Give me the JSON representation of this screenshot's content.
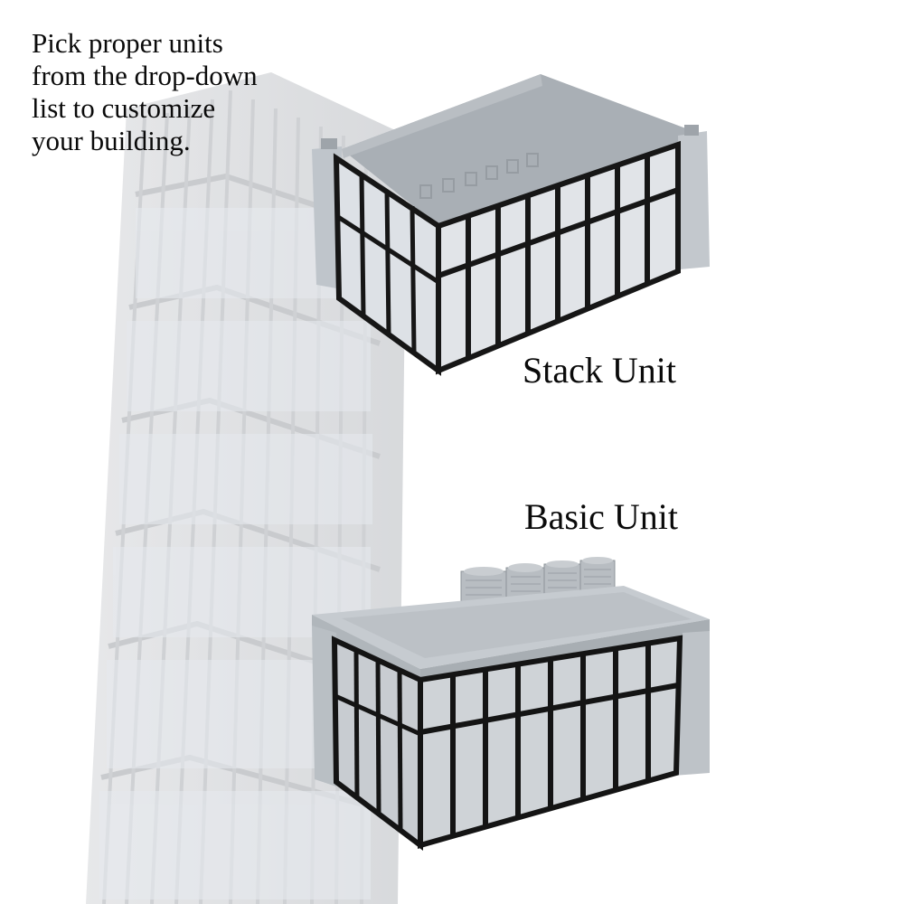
{
  "intro_text": {
    "lines": [
      "Pick proper units",
      "from the drop-down",
      "list to customize",
      "your building."
    ]
  },
  "units": [
    {
      "label": "Stack Unit",
      "type": "open-top glass-walled module"
    },
    {
      "label": "Basic Unit",
      "type": "roofed glass-walled module with 4 rooftop AC units"
    }
  ],
  "colors": {
    "background": "#ffffff",
    "text": "#0a0a0a",
    "unit_gray": "#b4b9be",
    "frame_black": "#1a1a1a",
    "glass": "#dfe3e8",
    "tower_faded": "#d9dadd"
  }
}
